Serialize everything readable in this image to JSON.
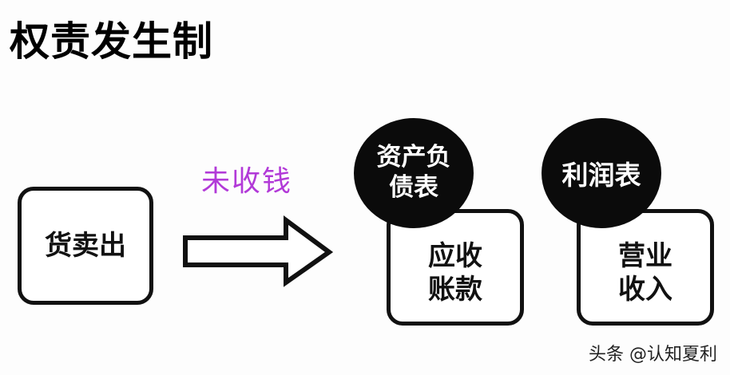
{
  "title": "权责发生制",
  "arrow_label": "未收钱",
  "source_box": {
    "text": "货卖出"
  },
  "balance_sheet": {
    "circle_line1": "资产负",
    "circle_line2": "债表",
    "box_line1": "应收",
    "box_line2": "账款"
  },
  "income_statement": {
    "circle_text": "利润表",
    "box_line1": "营业",
    "box_line2": "收入"
  },
  "watermark": "头条 @认知夏利",
  "colors": {
    "label": "#b23ad8",
    "circle": "#0b0b0b",
    "border": "#111111"
  }
}
